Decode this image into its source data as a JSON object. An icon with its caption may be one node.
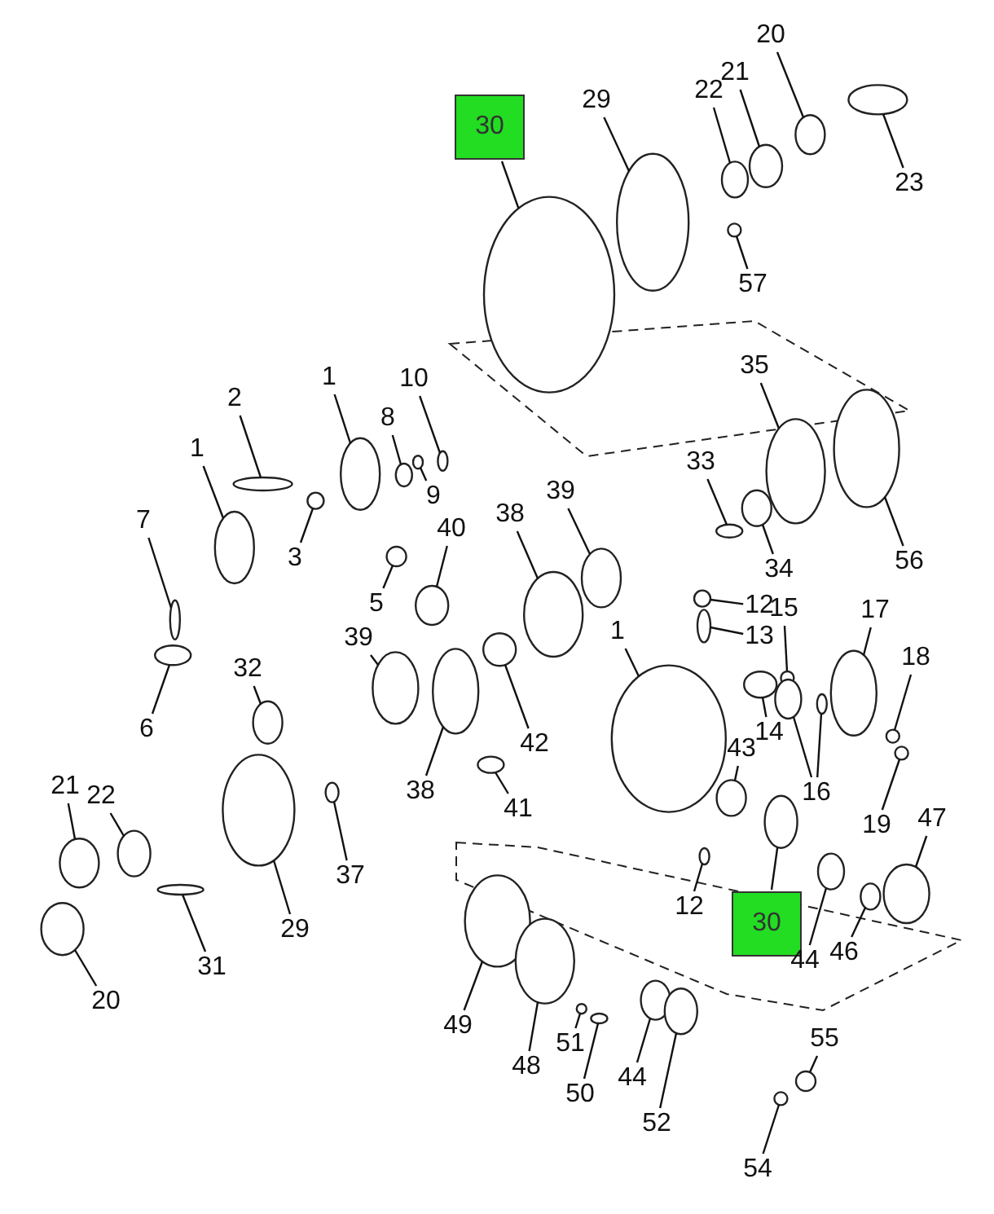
{
  "diagram": {
    "nodes": [
      {
        "text": [
          "30"
        ]
      },
      {
        "text": [
          "29"
        ]
      },
      {
        "text": [
          "22"
        ]
      },
      {
        "text": [
          "21"
        ]
      },
      {
        "text": [
          "20"
        ]
      },
      {
        "text": [
          "23"
        ]
      },
      {
        "text": [
          "57"
        ]
      },
      {
        "text": [
          "35"
        ]
      },
      {
        "text": [
          "56"
        ]
      },
      {
        "text": [
          "10"
        ]
      },
      {
        "text": [
          "2"
        ]
      },
      {
        "text": [
          "1"
        ]
      },
      {
        "text": [
          "8"
        ]
      },
      {
        "text": [
          "1"
        ]
      },
      {
        "text": [
          "9"
        ]
      },
      {
        "text": [
          "33"
        ]
      },
      {
        "text": [
          "39"
        ]
      },
      {
        "text": [
          "38"
        ]
      },
      {
        "text": [
          "40"
        ]
      },
      {
        "text": [
          "12"
        ]
      },
      {
        "text": [
          "13"
        ]
      },
      {
        "text": [
          "34"
        ]
      },
      {
        "text": [
          "7"
        ]
      },
      {
        "text": [
          "3"
        ]
      },
      {
        "text": [
          "5"
        ]
      },
      {
        "text": [
          "15"
        ]
      },
      {
        "text": [
          "17"
        ]
      },
      {
        "text": [
          "18"
        ]
      },
      {
        "text": [
          "32"
        ]
      },
      {
        "text": [
          "39"
        ]
      },
      {
        "text": [
          "6"
        ]
      },
      {
        "text": [
          "1"
        ]
      },
      {
        "text": [
          "14"
        ]
      },
      {
        "text": [
          "16"
        ]
      },
      {
        "text": [
          "19"
        ]
      },
      {
        "text": [
          "21"
        ]
      },
      {
        "text": [
          "22"
        ]
      },
      {
        "text": [
          "37"
        ]
      },
      {
        "text": [
          "38"
        ]
      },
      {
        "text": [
          "42"
        ]
      },
      {
        "text": [
          "41"
        ]
      },
      {
        "text": [
          "43"
        ]
      },
      {
        "text": [
          "47"
        ]
      },
      {
        "text": [
          "29"
        ]
      },
      {
        "text": [
          "31"
        ]
      },
      {
        "text": [
          "20"
        ]
      },
      {
        "text": [
          "12"
        ]
      },
      {
        "text": [
          "30"
        ]
      },
      {
        "text": [
          "44"
        ]
      },
      {
        "text": [
          "46"
        ]
      },
      {
        "text": [
          "49"
        ]
      },
      {
        "text": [
          "48"
        ]
      },
      {
        "text": [
          "51"
        ]
      },
      {
        "text": [
          "50"
        ]
      },
      {
        "text": [
          "44"
        ]
      },
      {
        "text": [
          "52"
        ]
      },
      {
        "text": [
          "55"
        ]
      },
      {
        "text": [
          "54"
        ]
      },
      {
        "text": [],
        "shape": "circle"
      },
      {
        "text": [],
        "shape": "circle"
      },
      {
        "text": [],
        "shape": "circle"
      },
      {
        "text": [],
        "shape": "circle"
      },
      {
        "text": [],
        "shape": "circle"
      },
      {
        "text": [],
        "shape": "circle"
      },
      {
        "text": [],
        "shape": "circle"
      },
      {
        "text": [],
        "shape": "circle"
      },
      {
        "text": [],
        "shape": "circle"
      },
      {
        "text": [],
        "shape": "circle"
      },
      {
        "text": [],
        "shape": "circle"
      },
      {
        "text": [],
        "shape": "circle"
      },
      {
        "text": [],
        "shape": "circle"
      },
      {
        "text": [],
        "shape": "circle"
      },
      {
        "text": [],
        "shape": "circle"
      },
      {
        "text": [],
        "shape": "circle"
      },
      {
        "text": [],
        "shape": "circle"
      },
      {
        "text": [],
        "shape": "circle"
      },
      {
        "text": [],
        "shape": "circle"
      },
      {
        "text": [],
        "shape": "circle"
      },
      {
        "text": [],
        "shape": "circle"
      },
      {
        "text": [],
        "shape": "circle"
      },
      {
        "text": [],
        "shape": "circle"
      },
      {
        "text": [],
        "shape": "circle"
      },
      {
        "text": [],
        "shape": "circle"
      },
      {
        "text": [],
        "shape": "circle"
      },
      {
        "text": [],
        "shape": "circle"
      },
      {
        "text": [],
        "shape": "circle"
      },
      {
        "text": [],
        "shape": "circle"
      },
      {
        "text": [],
        "shape": "circle"
      },
      {
        "text": [],
        "shape": "circle"
      },
      {
        "text": [],
        "shape": "circle"
      },
      {
        "text": [],
        "shape": "circle"
      },
      {
        "text": [],
        "shape": "circle"
      },
      {
        "text": [],
        "shape": "circle"
      },
      {
        "text": [],
        "shape": "circle"
      },
      {
        "text": [],
        "shape": "circle"
      },
      {
        "text": [],
        "shape": "circle"
      },
      {
        "text": [],
        "shape": "circle"
      },
      {
        "text": [],
        "shape": "circle"
      },
      {
        "text": [],
        "shape": "circle"
      },
      {
        "text": [],
        "shape": "circle"
      },
      {
        "text": [],
        "shape": "circle"
      },
      {
        "text": [],
        "shape": "circle"
      },
      {
        "text": [],
        "shape": "circle"
      },
      {
        "text": [],
        "shape": "circle"
      },
      {
        "text": [],
        "shape": "circle"
      },
      {
        "text": [],
        "shape": "circle"
      },
      {
        "text": [],
        "shape": "circle"
      },
      {
        "text": [],
        "shape": "circle"
      },
      {
        "text": [],
        "shape": "circle"
      },
      {
        "text": [],
        "shape": "circle"
      },
      {
        "text": [],
        "shape": "circle"
      },
      {
        "text": [],
        "shape": "circle"
      },
      {
        "text": [],
        "shape": "circle"
      },
      {
        "text": [],
        "shape": "circle"
      },
      {
        "text": [],
        "shape": "circle"
      },
      {
        "text": [],
        "shape": "circle"
      },
      {
        "text": [],
        "shape": "circle"
      }
    ],
    "edges": [
      {
        "from": 0,
        "to": 58,
        "arrow": "none"
      },
      {
        "from": 1,
        "to": 59,
        "arrow": "none"
      },
      {
        "from": 2,
        "to": 60,
        "arrow": "none"
      },
      {
        "from": 3,
        "to": 61,
        "arrow": "none"
      },
      {
        "from": 4,
        "to": 62,
        "arrow": "none"
      },
      {
        "from": 5,
        "to": 63,
        "arrow": "none"
      },
      {
        "from": 6,
        "to": 64,
        "arrow": "none"
      },
      {
        "from": 7,
        "to": 65,
        "arrow": "none"
      },
      {
        "from": 8,
        "to": 66,
        "arrow": "none"
      },
      {
        "from": 9,
        "to": 67,
        "arrow": "none"
      },
      {
        "from": 10,
        "to": 68,
        "arrow": "none"
      },
      {
        "from": 11,
        "to": 69,
        "arrow": "none"
      },
      {
        "from": 12,
        "to": 70,
        "arrow": "none"
      },
      {
        "from": 13,
        "to": 71,
        "arrow": "none"
      },
      {
        "from": 14,
        "to": 72,
        "arrow": "none"
      },
      {
        "from": 15,
        "to": 73,
        "arrow": "none"
      },
      {
        "from": 16,
        "to": 74,
        "arrow": "none"
      },
      {
        "from": 17,
        "to": 75,
        "arrow": "none"
      },
      {
        "from": 18,
        "to": 76,
        "arrow": "none"
      },
      {
        "from": 19,
        "to": 77,
        "arrow": "none"
      },
      {
        "from": 20,
        "to": 78,
        "arrow": "none"
      },
      {
        "from": 21,
        "to": 79,
        "arrow": "none"
      },
      {
        "from": 22,
        "to": 80,
        "arrow": "none"
      },
      {
        "from": 23,
        "to": 81,
        "arrow": "none"
      },
      {
        "from": 24,
        "to": 82,
        "arrow": "none"
      },
      {
        "from": 25,
        "to": 83,
        "arrow": "none"
      },
      {
        "from": 26,
        "to": 84,
        "arrow": "none"
      },
      {
        "from": 27,
        "to": 85,
        "arrow": "none"
      },
      {
        "from": 28,
        "to": 86,
        "arrow": "none"
      },
      {
        "from": 29,
        "to": 87,
        "arrow": "none"
      },
      {
        "from": 30,
        "to": 88,
        "arrow": "none"
      },
      {
        "from": 31,
        "to": 89,
        "arrow": "none"
      },
      {
        "from": 32,
        "to": 90,
        "arrow": "none"
      },
      {
        "from": 33,
        "to": 91,
        "arrow": "none"
      },
      {
        "from": 33,
        "to": 92,
        "arrow": "none"
      },
      {
        "from": 34,
        "to": 93,
        "arrow": "none"
      },
      {
        "from": 35,
        "to": 94,
        "arrow": "none"
      },
      {
        "from": 36,
        "to": 95,
        "arrow": "none"
      },
      {
        "from": 37,
        "to": 96,
        "arrow": "none"
      },
      {
        "from": 38,
        "to": 97,
        "arrow": "none"
      },
      {
        "from": 39,
        "to": 98,
        "arrow": "none"
      },
      {
        "from": 40,
        "to": 99,
        "arrow": "none"
      },
      {
        "from": 41,
        "to": 100,
        "arrow": "none"
      },
      {
        "from": 42,
        "to": 101,
        "arrow": "none"
      },
      {
        "from": 43,
        "to": 102,
        "arrow": "none"
      },
      {
        "from": 44,
        "to": 103,
        "arrow": "none"
      },
      {
        "from": 45,
        "to": 104,
        "arrow": "none"
      },
      {
        "from": 46,
        "to": 105,
        "arrow": "none"
      },
      {
        "from": 47,
        "to": 106,
        "arrow": "none"
      },
      {
        "from": 48,
        "to": 107,
        "arrow": "none"
      },
      {
        "from": 49,
        "to": 108,
        "arrow": "none"
      },
      {
        "from": 50,
        "to": 109,
        "arrow": "none"
      },
      {
        "from": 51,
        "to": 110,
        "arrow": "none"
      },
      {
        "from": 52,
        "to": 111,
        "arrow": "none"
      },
      {
        "from": 53,
        "to": 112,
        "arrow": "none"
      },
      {
        "from": 54,
        "to": 113,
        "arrow": "none"
      },
      {
        "from": 55,
        "to": 114,
        "arrow": "none"
      },
      {
        "from": 56,
        "to": 115,
        "arrow": "none"
      },
      {
        "from": 57,
        "to": 116,
        "arrow": "none"
      }
    ]
  }
}
